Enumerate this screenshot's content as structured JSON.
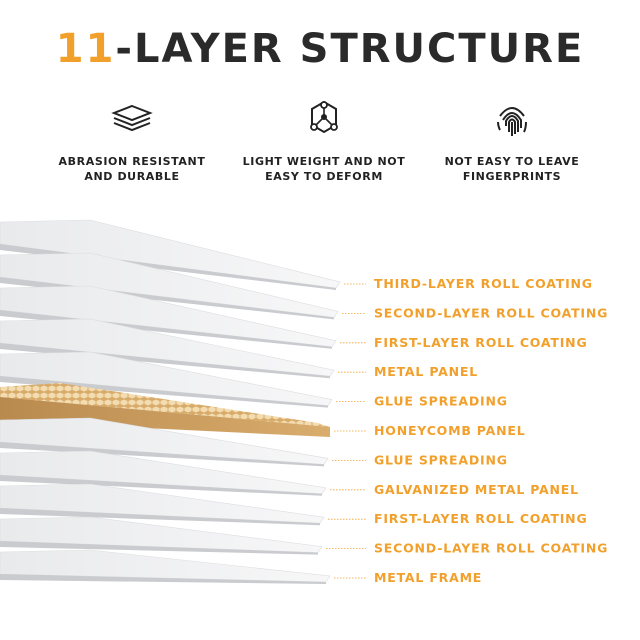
{
  "title": {
    "number": "11",
    "text": "-LAYER STRUCTURE"
  },
  "features": [
    {
      "icon": "layers-icon",
      "line1": "ABRASION RESISTANT",
      "line2": "AND DURABLE"
    },
    {
      "icon": "molecule-icon",
      "line1": "LIGHT WEIGHT AND NOT",
      "line2": "EASY TO DEFORM"
    },
    {
      "icon": "fingerprint-icon",
      "line1": "NOT EASY TO LEAVE",
      "line2": "FINGERPRINTS"
    }
  ],
  "layers": [
    "THIRD-LAYER ROLL COATING",
    "SECOND-LAYER ROLL COATING",
    "FIRST-LAYER ROLL COATING",
    "METAL PANEL",
    "GLUE SPREADING",
    "HONEYCOMB PANEL",
    "GLUE SPREADING",
    "GALVANIZED METAL PANEL",
    "FIRST-LAYER ROLL COATING",
    "SECOND-LAYER ROLL COATING",
    "METAL FRAME"
  ],
  "colors": {
    "accent": "#f2a02c",
    "title_text": "#2a2a2a",
    "honeycomb": "#c99a5c"
  }
}
